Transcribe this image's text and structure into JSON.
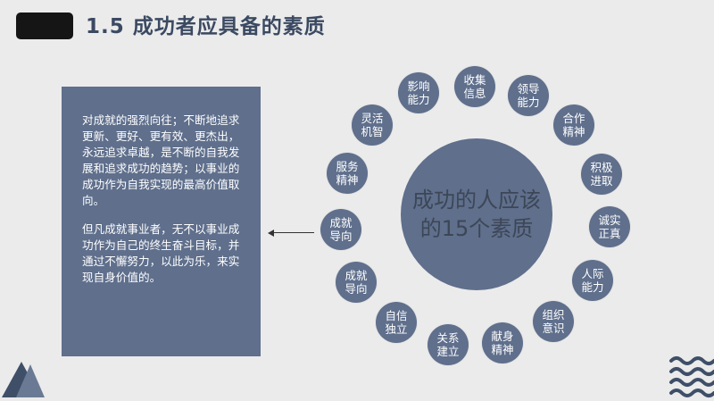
{
  "header": {
    "title": "1.5 成功者应具备的素质"
  },
  "panel": {
    "paragraph1": "对成就的强烈向往；不断地追求更新、更好、更有效、更杰出，永远追求卓越，是不断的自我发展和追求成功的趋势；以事业的成功作为自我实现的最高价值取向。",
    "paragraph2": "但凡成就事业者，无不以事业成功作为自己的终生奋斗目标，并通过不懈努力，以此为乐，来实现自身价值的。"
  },
  "center": {
    "label": "成功的人应该的15个素质"
  },
  "nodes": [
    {
      "label": "收集\n信息"
    },
    {
      "label": "领导\n能力"
    },
    {
      "label": "合作\n精神"
    },
    {
      "label": "积极\n进取"
    },
    {
      "label": "诚实\n正真"
    },
    {
      "label": "人际\n能力"
    },
    {
      "label": "组织\n意识"
    },
    {
      "label": "献身\n精神"
    },
    {
      "label": "关系\n建立"
    },
    {
      "label": "自信\n独立"
    },
    {
      "label": "成就\n导向"
    },
    {
      "label": "成就\n导向"
    },
    {
      "label": "服务\n精神"
    },
    {
      "label": "灵活\n机智"
    },
    {
      "label": "影响\n能力"
    }
  ],
  "colors": {
    "accent": "#5f6f8c",
    "title": "#3b4a62",
    "background": "#ebebeb"
  },
  "icons": {
    "arrow": "left-arrow-icon",
    "decoration_left": "triangle-decoration",
    "decoration_right": "wave-decoration"
  }
}
